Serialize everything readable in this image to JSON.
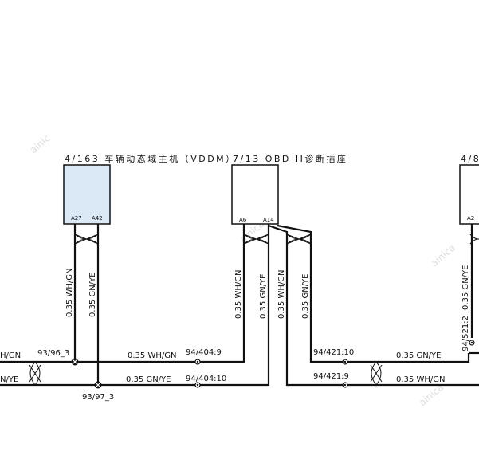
{
  "watermarks": [
    "ainic",
    "ainica",
    "ainica",
    "ainica"
  ],
  "components": {
    "vdm": {
      "title": "4/163 车辆动态域主机（VDDM）",
      "pins": [
        "A27",
        "A42"
      ],
      "fill": "#dbe9f7"
    },
    "obd": {
      "title": "7/13 OBD II诊断插座",
      "pins": [
        "A6",
        "A14"
      ],
      "fill": "#ffffff"
    },
    "right": {
      "title": "4/8",
      "pins": [
        "A2"
      ],
      "fill": "#ffffff"
    }
  },
  "wire_labels": {
    "vdm_a27": "0.35 WH/GN",
    "vdm_a42": "0.35 GN/YE",
    "obd_a6": "0.35 WH/GN",
    "obd_a14": "0.35 GN/YE",
    "obd_c": "0.35 WH/GN",
    "obd_d": "0.35 GN/YE",
    "right_a2": "0.35 GN/YE",
    "left_top": "H/GN",
    "left_bottom": "N/YE",
    "mid_top": "0.35 WH/GN",
    "mid_bottom": "0.35 GN/YE",
    "right_top": "0.35 GN/YE",
    "right_bottom": "0.35 WH/GN"
  },
  "splices": {
    "s1": "93/96_3",
    "s2": "93/97_3"
  },
  "connectors": {
    "c1": "94/404:9",
    "c2": "94/404:10",
    "c3": "94/421:10",
    "c4": "94/421:9",
    "c5": "94/521:2"
  },
  "colors": {
    "wire": "#111111",
    "component_border": "#111111"
  }
}
